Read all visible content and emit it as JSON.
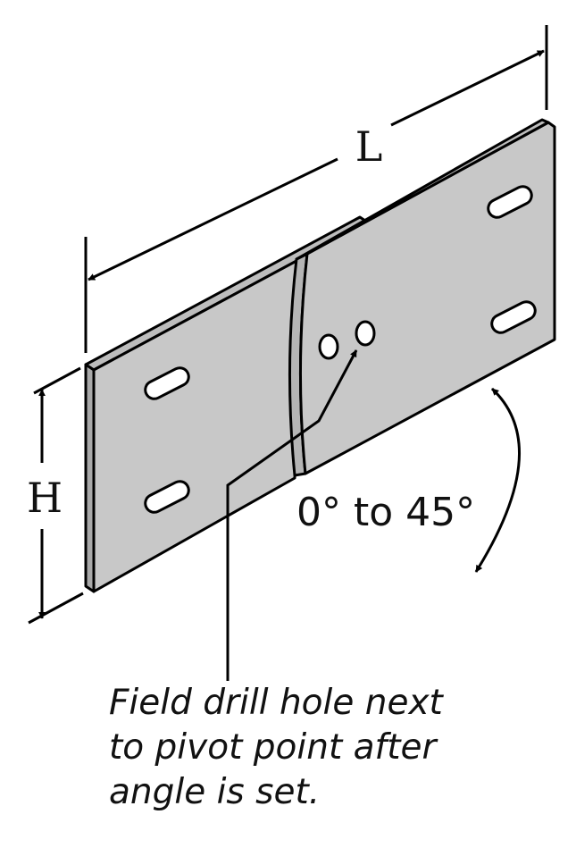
{
  "labels": {
    "length": "L",
    "height": "H",
    "angle_range": "0° to 45°"
  },
  "note": {
    "lines": [
      "Field drill hole next",
      "to pivot point after",
      "angle is set."
    ]
  },
  "colors": {
    "plate_fill": "#c8c8c8",
    "plate_edge": "#a9a9a9",
    "outline": "#000000",
    "hole_fill": "#ffffff"
  }
}
